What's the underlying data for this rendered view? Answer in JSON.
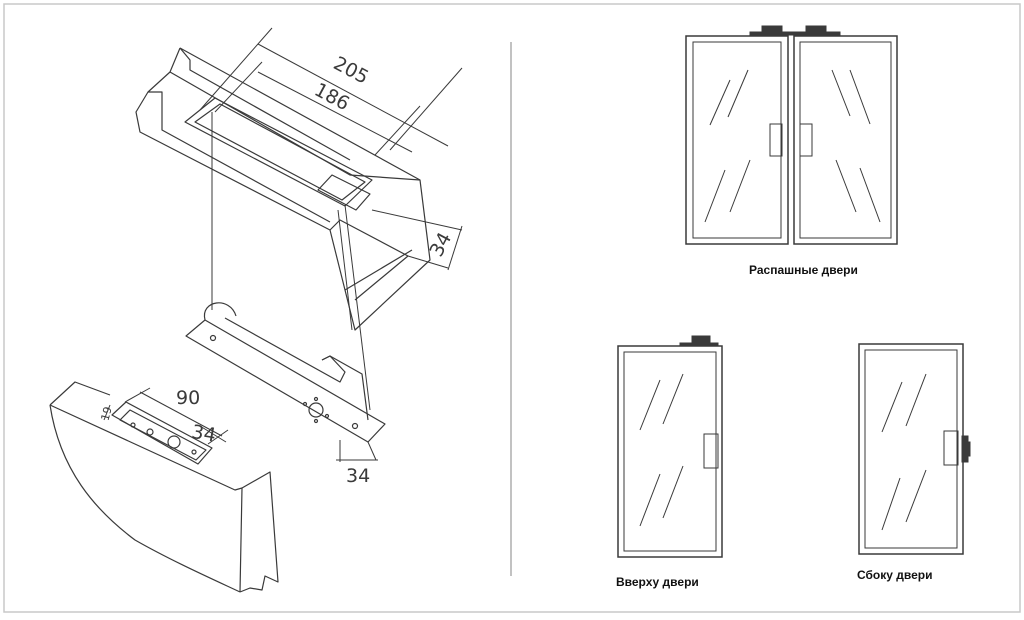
{
  "left_drawing": {
    "dimensions": {
      "top_outer": "205",
      "top_inner": "186",
      "top_depth": "34",
      "plate_width": "34",
      "bracket_length": "90",
      "bracket_width": "34",
      "bracket_small": "19"
    }
  },
  "right_panel": {
    "swing_caption": "Распашные двери",
    "top_caption": "Вверху двери",
    "side_caption": "Сбоку двери"
  },
  "colors": {
    "line": "#3a3a3a",
    "frame": "#c8c8c8",
    "divider": "#9a9a9a"
  }
}
